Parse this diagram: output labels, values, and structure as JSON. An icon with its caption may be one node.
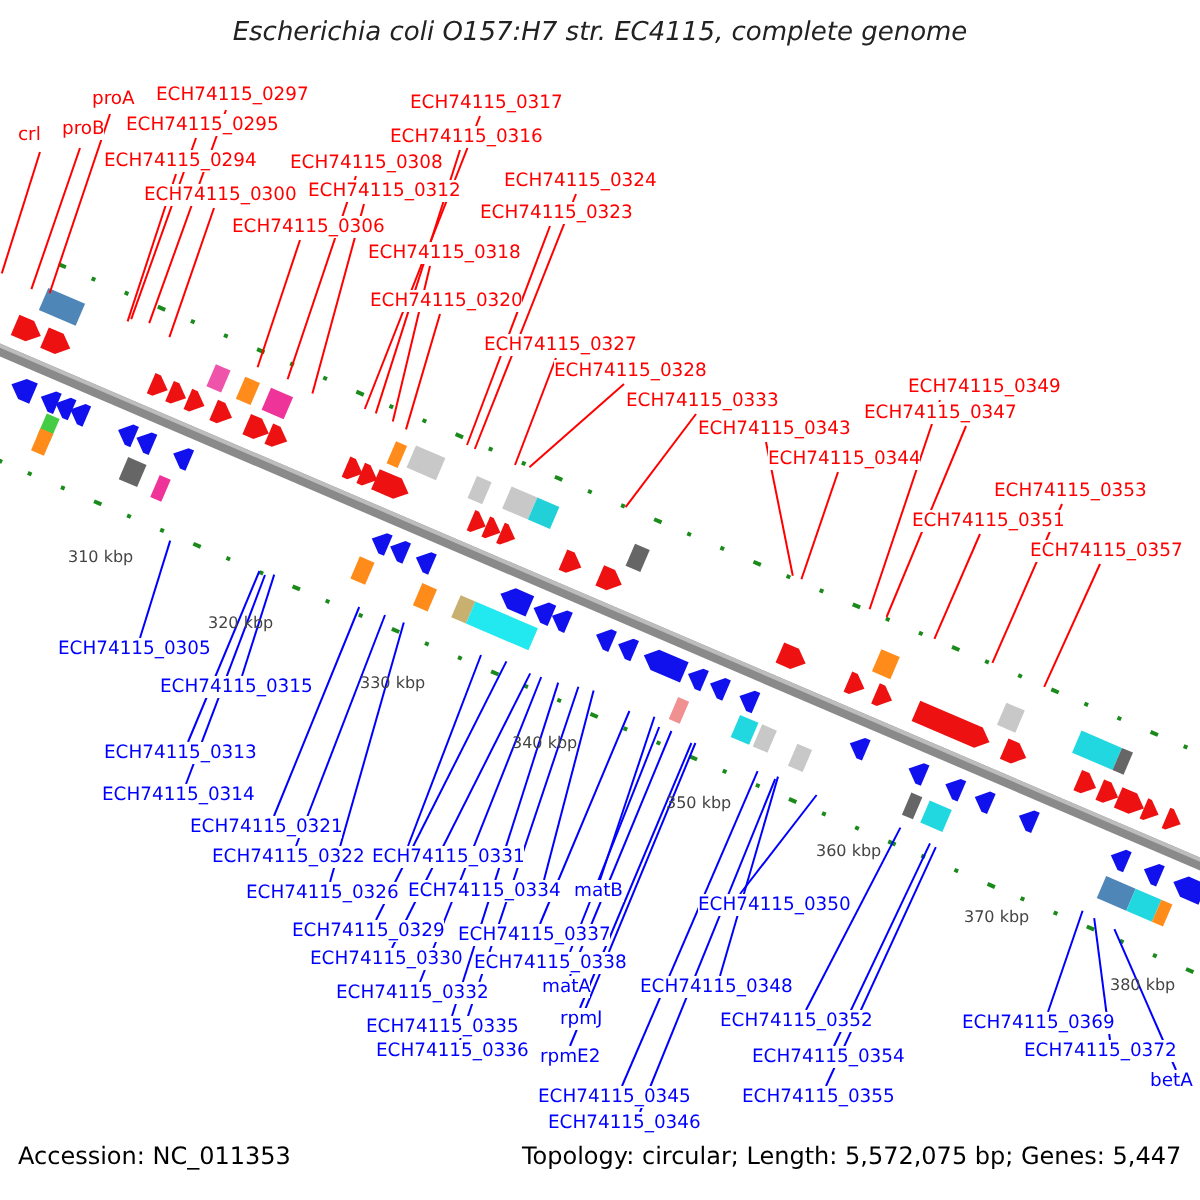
{
  "diagram": {
    "title": "Escherichia coli O157:H7 str. EC4115, complete genome",
    "nodes": [
      {
        "text": [
          "crl"
        ]
      },
      {
        "text": [
          "proB"
        ]
      },
      {
        "text": [
          "proA"
        ]
      },
      {
        "text": [
          "ECH74115_0297"
        ]
      },
      {
        "text": [
          "ECH74115_0295"
        ]
      },
      {
        "text": [
          "ECH74115_0294"
        ]
      },
      {
        "text": [
          "ECH74115_0300"
        ]
      },
      {
        "text": [
          "ECH74115_0306"
        ]
      },
      {
        "text": [
          "ECH74115_0308"
        ]
      },
      {
        "text": [
          "ECH74115_0312"
        ]
      },
      {
        "text": [
          "ECH74115_0317"
        ]
      },
      {
        "text": [
          "ECH74115_0316"
        ]
      },
      {
        "text": [
          "ECH74115_0318"
        ]
      },
      {
        "text": [
          "ECH74115_0320"
        ]
      },
      {
        "text": [
          "ECH74115_0324"
        ]
      },
      {
        "text": [
          "ECH74115_0323"
        ]
      },
      {
        "text": [
          "ECH74115_0327"
        ]
      },
      {
        "text": [
          "ECH74115_0328"
        ]
      },
      {
        "text": [
          "ECH74115_0333"
        ]
      },
      {
        "text": [
          "ECH74115_0343"
        ]
      },
      {
        "text": [
          "ECH74115_0344"
        ]
      },
      {
        "text": [
          "ECH74115_0349"
        ]
      },
      {
        "text": [
          "ECH74115_0347"
        ]
      },
      {
        "text": [
          "ECH74115_0353"
        ]
      },
      {
        "text": [
          "ECH74115_0351"
        ]
      },
      {
        "text": [
          "ECH74115_0357"
        ]
      },
      {
        "text": [
          "ECH74115_0305"
        ]
      },
      {
        "text": [
          "ECH74115_0315"
        ]
      },
      {
        "text": [
          "ECH74115_0313"
        ]
      },
      {
        "text": [
          "ECH74115_0314"
        ]
      },
      {
        "text": [
          "ECH74115_0321"
        ]
      },
      {
        "text": [
          "ECH74115_0322"
        ]
      },
      {
        "text": [
          "ECH74115_0326"
        ]
      },
      {
        "text": [
          "ECH74115_0331"
        ]
      },
      {
        "text": [
          "ECH74115_0329"
        ]
      },
      {
        "text": [
          "ECH74115_0334"
        ]
      },
      {
        "text": [
          "matB"
        ]
      },
      {
        "text": [
          "ECH74115_0330"
        ]
      },
      {
        "text": [
          "ECH74115_0337"
        ]
      },
      {
        "text": [
          "ECH74115_0332"
        ]
      },
      {
        "text": [
          "ECH74115_0338"
        ]
      },
      {
        "text": [
          "matA"
        ]
      },
      {
        "text": [
          "ECH74115_0335"
        ]
      },
      {
        "text": [
          "rpmJ"
        ]
      },
      {
        "text": [
          "ECH74115_0336"
        ]
      },
      {
        "text": [
          "rpmE2"
        ]
      },
      {
        "text": [
          "ECH74115_0345"
        ]
      },
      {
        "text": [
          "ECH74115_0346"
        ]
      },
      {
        "text": [
          "ECH74115_0350"
        ]
      },
      {
        "text": [
          "ECH74115_0348"
        ]
      },
      {
        "text": [
          "ECH74115_0352"
        ]
      },
      {
        "text": [
          "ECH74115_0354"
        ]
      },
      {
        "text": [
          "ECH74115_0355"
        ]
      },
      {
        "text": [
          "ECH74115_0369"
        ]
      },
      {
        "text": [
          "ECH74115_0372"
        ]
      },
      {
        "text": [
          "betA"
        ]
      }
    ],
    "edges": [
      {
        "from": 0,
        "to": null,
        "arrow": "none",
        "color": "#ff0000"
      },
      {
        "from": 1,
        "to": null,
        "arrow": "none",
        "color": "#ff0000"
      },
      {
        "from": 2,
        "to": null,
        "arrow": "none",
        "color": "#ff0000"
      },
      {
        "from": 3,
        "to": null,
        "arrow": "none",
        "color": "#ff0000"
      },
      {
        "from": 4,
        "to": null,
        "arrow": "none",
        "color": "#ff0000"
      },
      {
        "from": 5,
        "to": null,
        "arrow": "none",
        "color": "#ff0000"
      },
      {
        "from": 6,
        "to": null,
        "arrow": "none",
        "color": "#ff0000"
      },
      {
        "from": 7,
        "to": null,
        "arrow": "none",
        "color": "#ff0000"
      },
      {
        "from": 8,
        "to": null,
        "arrow": "none",
        "color": "#ff0000"
      },
      {
        "from": 9,
        "to": null,
        "arrow": "none",
        "color": "#ff0000"
      },
      {
        "from": 10,
        "to": null,
        "arrow": "none",
        "color": "#ff0000"
      },
      {
        "from": 11,
        "to": null,
        "arrow": "none",
        "color": "#ff0000"
      },
      {
        "from": 12,
        "to": null,
        "arrow": "none",
        "color": "#ff0000"
      },
      {
        "from": 13,
        "to": null,
        "arrow": "none",
        "color": "#ff0000"
      },
      {
        "from": 14,
        "to": null,
        "arrow": "none",
        "color": "#ff0000"
      },
      {
        "from": 15,
        "to": null,
        "arrow": "none",
        "color": "#ff0000"
      },
      {
        "from": 16,
        "to": null,
        "arrow": "none",
        "color": "#ff0000"
      },
      {
        "from": 17,
        "to": null,
        "arrow": "none",
        "color": "#ff0000"
      },
      {
        "from": 18,
        "to": null,
        "arrow": "none",
        "color": "#ff0000"
      },
      {
        "from": 19,
        "to": null,
        "arrow": "none",
        "color": "#ff0000"
      },
      {
        "from": 20,
        "to": null,
        "arrow": "none",
        "color": "#ff0000"
      },
      {
        "from": 21,
        "to": null,
        "arrow": "none",
        "color": "#ff0000"
      },
      {
        "from": 22,
        "to": null,
        "arrow": "none",
        "color": "#ff0000"
      },
      {
        "from": 23,
        "to": null,
        "arrow": "none",
        "color": "#ff0000"
      },
      {
        "from": 24,
        "to": null,
        "arrow": "none",
        "color": "#ff0000"
      },
      {
        "from": 25,
        "to": null,
        "arrow": "none",
        "color": "#ff0000"
      },
      {
        "from": 26,
        "to": null,
        "arrow": "none",
        "color": "#0000ff"
      },
      {
        "from": 27,
        "to": null,
        "arrow": "none",
        "color": "#0000ff"
      },
      {
        "from": 28,
        "to": null,
        "arrow": "none",
        "color": "#0000ff"
      },
      {
        "from": 29,
        "to": null,
        "arrow": "none",
        "color": "#0000ff"
      },
      {
        "from": 30,
        "to": null,
        "arrow": "none",
        "color": "#0000ff"
      },
      {
        "from": 31,
        "to": null,
        "arrow": "none",
        "color": "#0000ff"
      },
      {
        "from": 32,
        "to": null,
        "arrow": "none",
        "color": "#0000ff"
      },
      {
        "from": 33,
        "to": null,
        "arrow": "none",
        "color": "#0000ff"
      },
      {
        "from": 34,
        "to": null,
        "arrow": "none",
        "color": "#0000ff"
      },
      {
        "from": 35,
        "to": null,
        "arrow": "none",
        "color": "#0000ff"
      },
      {
        "from": 36,
        "to": null,
        "arrow": "none",
        "color": "#0000ff"
      },
      {
        "from": 37,
        "to": null,
        "arrow": "none",
        "color": "#0000ff"
      },
      {
        "from": 38,
        "to": null,
        "arrow": "none",
        "color": "#0000ff"
      },
      {
        "from": 39,
        "to": null,
        "arrow": "none",
        "color": "#0000ff"
      },
      {
        "from": 40,
        "to": null,
        "arrow": "none",
        "color": "#0000ff"
      },
      {
        "from": 41,
        "to": null,
        "arrow": "none",
        "color": "#0000ff"
      },
      {
        "from": 42,
        "to": null,
        "arrow": "none",
        "color": "#0000ff"
      },
      {
        "from": 43,
        "to": null,
        "arrow": "none",
        "color": "#0000ff"
      },
      {
        "from": 44,
        "to": null,
        "arrow": "none",
        "color": "#0000ff"
      },
      {
        "from": 45,
        "to": null,
        "arrow": "none",
        "color": "#0000ff"
      },
      {
        "from": 46,
        "to": null,
        "arrow": "none",
        "color": "#0000ff"
      },
      {
        "from": 47,
        "to": null,
        "arrow": "none",
        "color": "#0000ff"
      },
      {
        "from": 48,
        "to": null,
        "arrow": "none",
        "color": "#0000ff"
      },
      {
        "from": 49,
        "to": null,
        "arrow": "none",
        "color": "#0000ff"
      },
      {
        "from": 50,
        "to": null,
        "arrow": "none",
        "color": "#0000ff"
      },
      {
        "from": 51,
        "to": null,
        "arrow": "none",
        "color": "#0000ff"
      },
      {
        "from": 52,
        "to": null,
        "arrow": "none",
        "color": "#0000ff"
      },
      {
        "from": 53,
        "to": null,
        "arrow": "none",
        "color": "#0000ff"
      },
      {
        "from": 54,
        "to": null,
        "arrow": "none",
        "color": "#0000ff"
      },
      {
        "from": 55,
        "to": null,
        "arrow": "none",
        "color": "#0000ff"
      }
    ],
    "labels": [
      "310 kbp",
      "320 kbp",
      "330 kbp",
      "340 kbp",
      "350 kbp",
      "360 kbp",
      "370 kbp",
      "380 kbp",
      "Accession: NC_011353",
      "Topology: circular; Length: 5,572,075 bp; Genes: 5,447"
    ]
  }
}
